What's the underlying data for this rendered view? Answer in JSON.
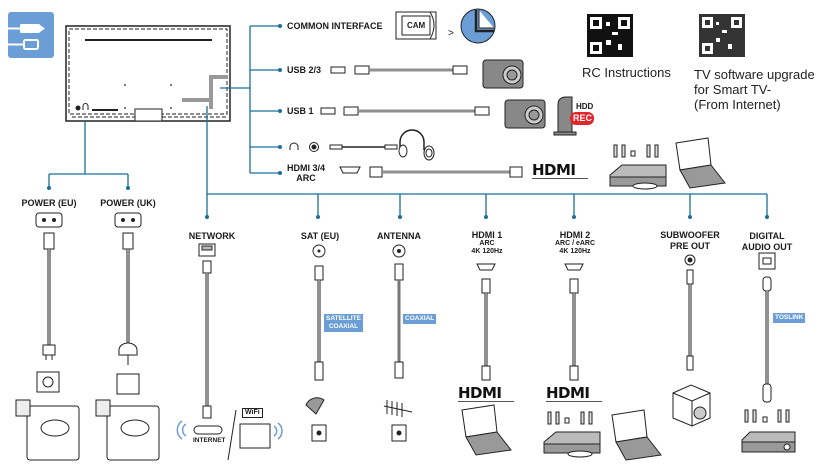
{
  "colors": {
    "accent_blue": "#1a6f9c",
    "tag_blue": "#6b9ed6",
    "icon_badge_blue": "#6b9ed6",
    "rec_red": "#e0262c",
    "line_gray": "#111111"
  },
  "header_icon": {
    "name": "cable-connections-icon"
  },
  "qr_codes": [
    {
      "caption": "RC Instructions"
    },
    {
      "caption_lines": [
        "TV software upgrade",
        "for Smart TV-",
        "(From Internet)"
      ]
    }
  ],
  "side_connections": [
    {
      "label": "COMMON INTERFACE",
      "device_label": "CAM"
    },
    {
      "label": "USB 2/3",
      "device": "camera"
    },
    {
      "label": "USB 1",
      "device": "camera",
      "extra_labels": [
        "HDD",
        "REC"
      ]
    },
    {
      "label": "headphone",
      "device": "headphones"
    },
    {
      "label_lines": [
        "HDMI 3/4",
        "ARC"
      ],
      "device": "HDMI",
      "logo_text": "HDMI"
    }
  ],
  "power_connections": [
    {
      "label": "POWER (EU)"
    },
    {
      "label": "POWER (UK)"
    }
  ],
  "bottom_connections": [
    {
      "label": "NETWORK",
      "bottom_label": "INTERNET"
    },
    {
      "label": "SAT (EU)",
      "cable_tag": [
        "SATELLITE",
        "COAXIAL"
      ]
    },
    {
      "label": "ANTENNA",
      "cable_tag": [
        "COAXIAL"
      ]
    },
    {
      "label": "HDMI 1",
      "sub_lines": [
        "ARC",
        "4K 120Hz"
      ],
      "logo_text": "HDMI"
    },
    {
      "label": "HDMI 2",
      "sub_lines": [
        "ARC / eARC",
        "4K 120Hz"
      ],
      "logo_text": "HDMI"
    },
    {
      "label_lines": [
        "SUBWOOFER",
        "PRE OUT"
      ]
    },
    {
      "label_lines": [
        "DIGITAL",
        "AUDIO OUT"
      ],
      "cable_tag": [
        "TOSLINK"
      ]
    }
  ],
  "wifi_label": "WiFi"
}
